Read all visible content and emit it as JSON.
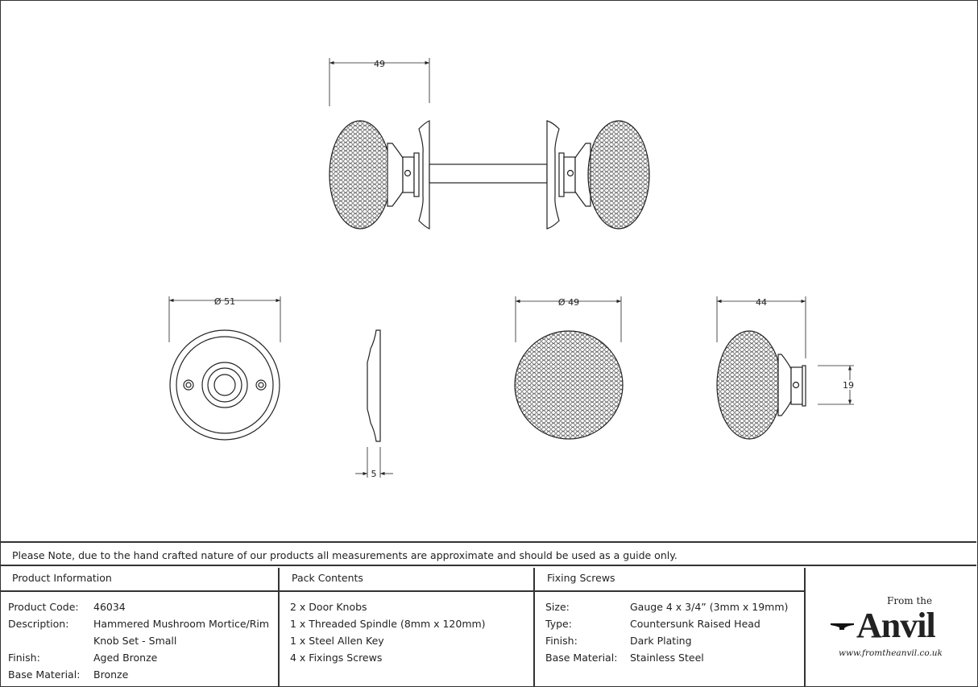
{
  "dimensions": {
    "knob_projection": "49",
    "rose_diameter": "Ø 51",
    "rose_depth": "5",
    "knob_diameter": "Ø 49",
    "knob_length": "44",
    "neck_diameter": "19"
  },
  "note": "Please Note, due to the hand crafted nature of our products all measurements are approximate and should be used as a guide only.",
  "product_info": {
    "title": "Product Information",
    "rows": [
      {
        "label": "Product Code:",
        "value": "46034"
      },
      {
        "label": "Description:",
        "value": "Hammered Mushroom Mortice/Rim"
      },
      {
        "label": "",
        "value": "Knob Set - Small"
      },
      {
        "label": "Finish:",
        "value": "Aged Bronze"
      },
      {
        "label": "Base Material:",
        "value": "Bronze"
      }
    ]
  },
  "pack_contents": {
    "title": "Pack Contents",
    "items": [
      "2 x Door Knobs",
      "1 x Threaded Spindle (8mm x 120mm)",
      "1 x Steel Allen Key",
      "4 x Fixings Screws"
    ]
  },
  "fixing_screws": {
    "title": "Fixing Screws",
    "rows": [
      {
        "label": "Size:",
        "value": "Gauge 4 x 3/4” (3mm x 19mm)"
      },
      {
        "label": "Type:",
        "value": "Countersunk Raised Head"
      },
      {
        "label": "Finish:",
        "value": "Dark Plating"
      },
      {
        "label": "Base Material:",
        "value": "Stainless Steel"
      }
    ]
  },
  "logo": {
    "from": "From the",
    "name": "Anvil",
    "url": "www.fromtheanvil.co.uk"
  }
}
